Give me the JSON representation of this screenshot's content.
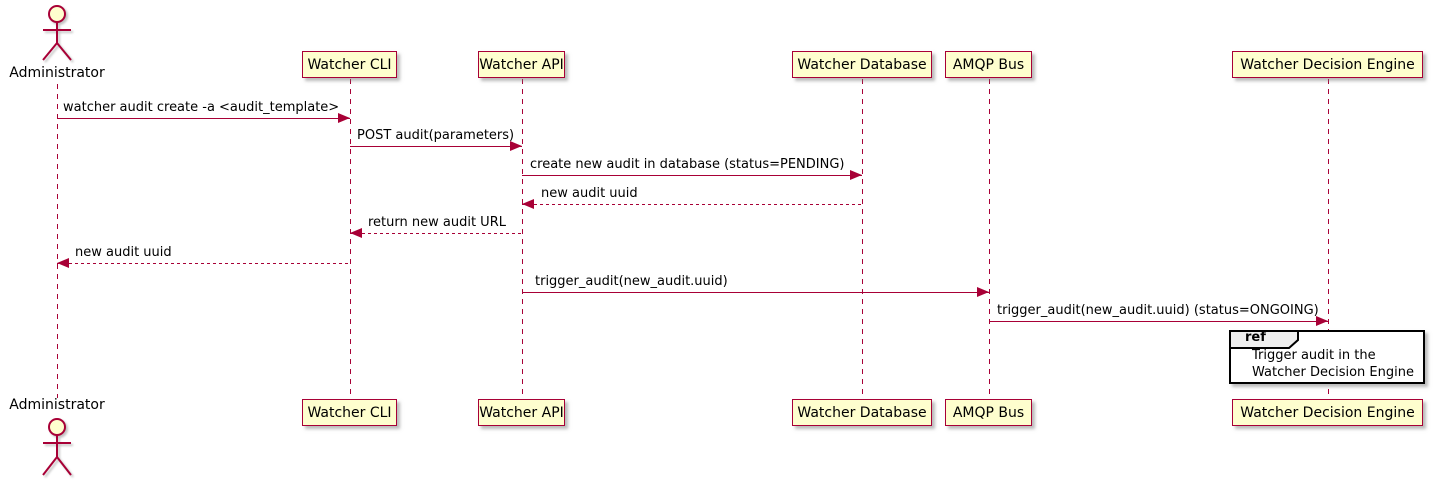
{
  "diagram": {
    "type": "sequence",
    "actor": {
      "name": "Administrator"
    },
    "participants": [
      {
        "name": "Watcher CLI"
      },
      {
        "name": "Watcher API"
      },
      {
        "name": "Watcher Database"
      },
      {
        "name": "AMQP Bus"
      },
      {
        "name": "Watcher Decision Engine"
      }
    ],
    "messages": [
      {
        "from": "Administrator",
        "to": "Watcher CLI",
        "label": "watcher audit create -a <audit_template>",
        "line": "solid",
        "direction": "right"
      },
      {
        "from": "Watcher CLI",
        "to": "Watcher API",
        "label": "POST audit(parameters)",
        "line": "solid",
        "direction": "right"
      },
      {
        "from": "Watcher API",
        "to": "Watcher Database",
        "label": "create new audit in database (status=PENDING)",
        "line": "solid",
        "direction": "right"
      },
      {
        "from": "Watcher Database",
        "to": "Watcher API",
        "label": "new audit uuid",
        "line": "dashed",
        "direction": "left"
      },
      {
        "from": "Watcher API",
        "to": "Watcher CLI",
        "label": "return new audit URL",
        "line": "dashed",
        "direction": "left"
      },
      {
        "from": "Watcher CLI",
        "to": "Administrator",
        "label": "new audit uuid",
        "line": "dashed",
        "direction": "left"
      },
      {
        "from": "Watcher API",
        "to": "AMQP Bus",
        "label": "trigger_audit(new_audit.uuid)",
        "line": "solid",
        "direction": "right"
      },
      {
        "from": "AMQP Bus",
        "to": "Watcher Decision Engine",
        "label": "trigger_audit(new_audit.uuid) (status=ONGOING)",
        "line": "solid",
        "direction": "right"
      }
    ],
    "ref_fragment": {
      "keyword": "ref",
      "over": "Watcher Decision Engine",
      "line1": "Trigger audit in the",
      "line2": "Watcher Decision Engine"
    },
    "colors": {
      "participant_fill": "#FEFECE",
      "stroke": "#A80036",
      "ref_border": "#000000",
      "ref_header_fill": "#EEEEEE"
    }
  }
}
